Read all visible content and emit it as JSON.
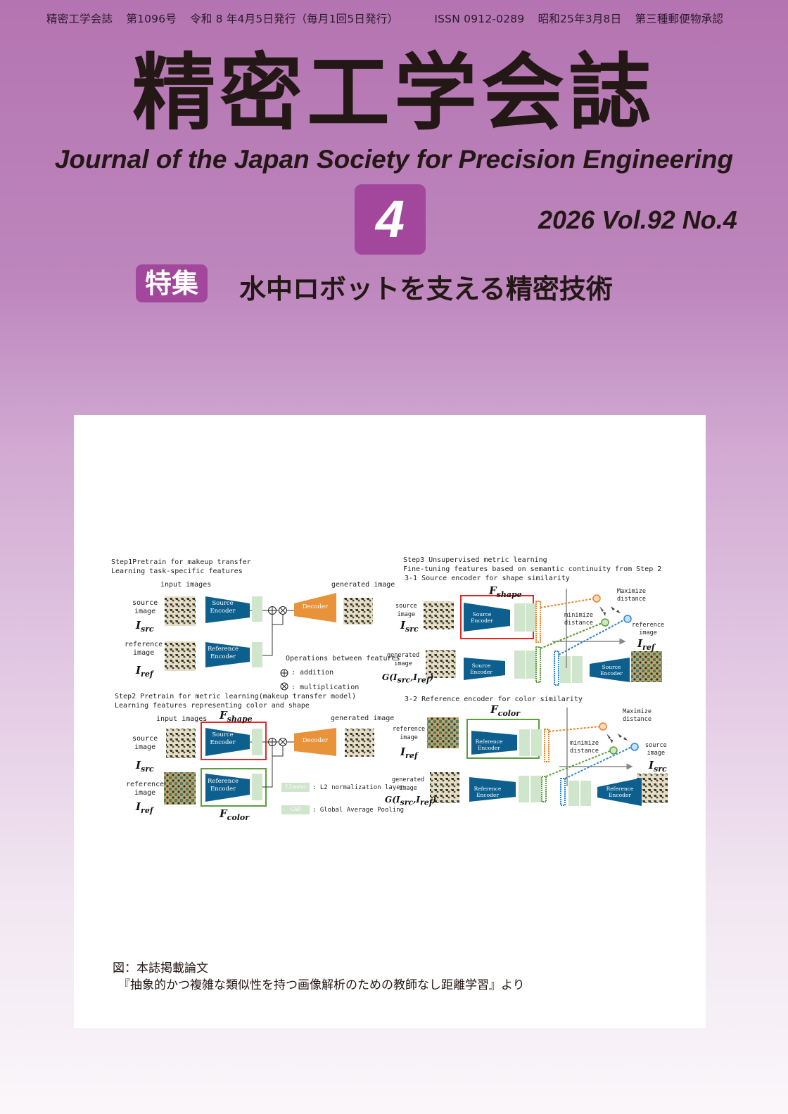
{
  "header": {
    "items": [
      "精密工学会誌",
      "第1096号",
      "令和 8 年4月5日発行（毎月1回5日発行）",
      "ISSN 0912-0289",
      "昭和25年3月8日",
      "第三種郵便物承認"
    ]
  },
  "title_jp": "精密工学会誌",
  "title_en": "Journal of the Japan Society for Precision Engineering",
  "issue_number": "4",
  "volume": "2026 Vol.92 No.4",
  "feature_badge": "特集",
  "feature_title": "水中ロボットを支える精密技術",
  "colors": {
    "accent": "#a2479b",
    "encoder": "#0d5f8e",
    "decoder": "#e8923a",
    "norm": "#cfe5cc",
    "red": "#e02828",
    "green": "#5a9e3c",
    "blue": "#2a86d8",
    "orange": "#e8842a"
  },
  "figure": {
    "step1": {
      "title": "Step1Pretrain for makeup transfer",
      "subtitle": "Learning task-specific features",
      "input_images": "input images",
      "generated_image": "generated image",
      "source_image": "source\nimage",
      "reference_image": "reference\nimage",
      "source_encoder": "Source\nEncoder",
      "reference_encoder": "Reference\nEncoder",
      "decoder": "Decoder"
    },
    "ops": {
      "title": "Operations between features",
      "addition": ": addition",
      "multiplication": ": multiplication"
    },
    "step2": {
      "title": "Step2 Pretrain for metric learning(makeup transfer model)",
      "subtitle": "Learning features representing color and shape",
      "input_images": "input images",
      "generated_image": "generated image",
      "source_image": "source\nimage",
      "reference_image": "reference\nimage",
      "source_encoder": "Source\nEncoder",
      "reference_encoder": "Reference\nEncoder",
      "decoder": "Decoder",
      "l2_legend": ": L2 normalization layer",
      "gap_legend": ": Global Average Pooling"
    },
    "step3": {
      "title": "Step3 Unsupervised metric learning",
      "subtitle": "Fine-tuning features based on semantic continuity from Step 2",
      "sub1": "3-1 Source encoder for shape similarity",
      "sub2": "3-2 Reference encoder for color similarity",
      "source_image": "source\nimage",
      "generated_image": "generated\nimage",
      "reference_image": "reference\nimage",
      "maximize": "Maximize\ndistance",
      "minimize": "minimize\ndistance",
      "source_encoder": "Source\nEncoder",
      "reference_encoder": "Reference\nEncoder"
    },
    "labels": {
      "l2norm": "L2norm",
      "gap": "GAP"
    },
    "math": {
      "isrc": "I",
      "src": "src",
      "iref": "I",
      "ref": "ref",
      "fshape": "F",
      "shape": "shape",
      "fcolor": "F",
      "color": "color",
      "g": "G(I",
      "g2": ",I",
      "g3": ")"
    }
  },
  "caption": {
    "line1": "図：本誌掲載論文",
    "line2": "『抽象的かつ複雑な類似性を持つ画像解析のための教師なし距離学習』より"
  }
}
